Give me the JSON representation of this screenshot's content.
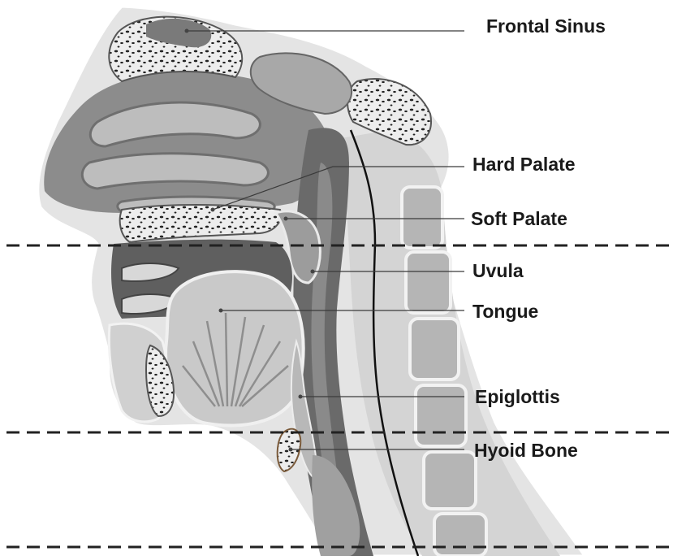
{
  "diagram": {
    "labels": {
      "frontal_sinus": "Frontal Sinus",
      "hard_palate": "Hard Palate",
      "soft_palate": "Soft Palate",
      "uvula": "Uvula",
      "tongue": "Tongue",
      "epiglottis": "Epiglottis",
      "hyoid_bone": "Hyoid Bone"
    },
    "colors": {
      "background": "#ffffff",
      "skin": "#e4e4e4",
      "tissue_light": "#c8c8c8",
      "tissue_mid": "#9a9a9a",
      "tissue_dark": "#5a5a5a",
      "bone": "#ededed",
      "leader_line": "#3a3a3a",
      "divider_line": "#222222"
    }
  }
}
